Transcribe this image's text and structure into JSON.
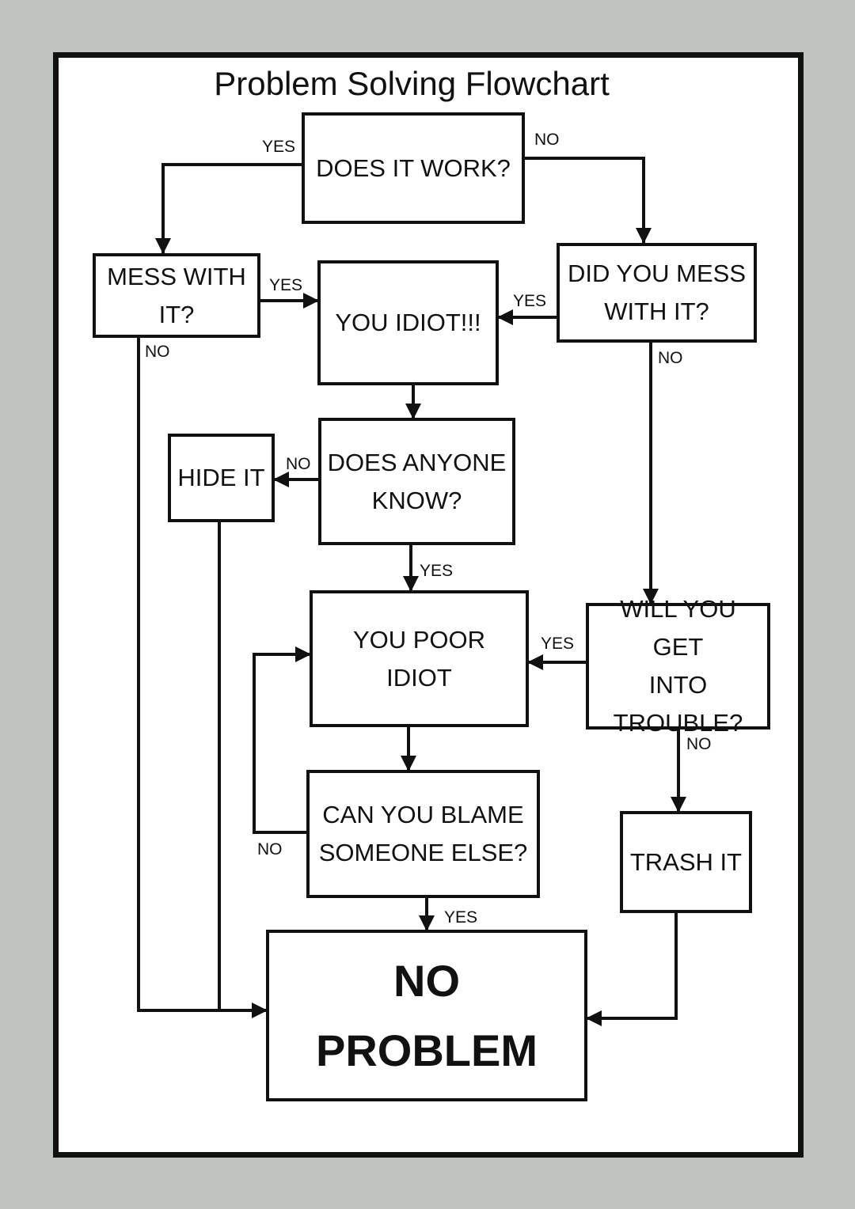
{
  "title": "Problem Solving Flowchart",
  "nodes": {
    "does_it_work": "DOES IT WORK?",
    "mess_with_it": "MESS WITH\nIT?",
    "you_idiot": "YOU IDIOT!!!",
    "did_you_mess": "DID YOU MESS\nWITH IT?",
    "hide_it": "HIDE IT",
    "does_anyone_know": "DOES ANYONE\nKNOW?",
    "you_poor_idiot": "YOU POOR\nIDIOT",
    "will_you_get_into_trouble": "WILL YOU GET\nINTO\nTROUBLE?",
    "can_you_blame": "CAN YOU BLAME\nSOMEONE ELSE?",
    "trash_it": "TRASH IT",
    "no_problem": "NO\nPROBLEM"
  },
  "edge_labels": {
    "work_yes": "YES",
    "work_no": "NO",
    "mess_yes": "YES",
    "mess_no": "NO",
    "did_mess_yes": "YES",
    "did_mess_no": "NO",
    "know_no": "NO",
    "know_yes": "YES",
    "trouble_yes": "YES",
    "trouble_no": "NO",
    "blame_no": "NO",
    "blame_yes": "YES"
  },
  "colors": {
    "background": "#c0c4c1",
    "paper": "#ffffff",
    "ink": "#111111"
  }
}
